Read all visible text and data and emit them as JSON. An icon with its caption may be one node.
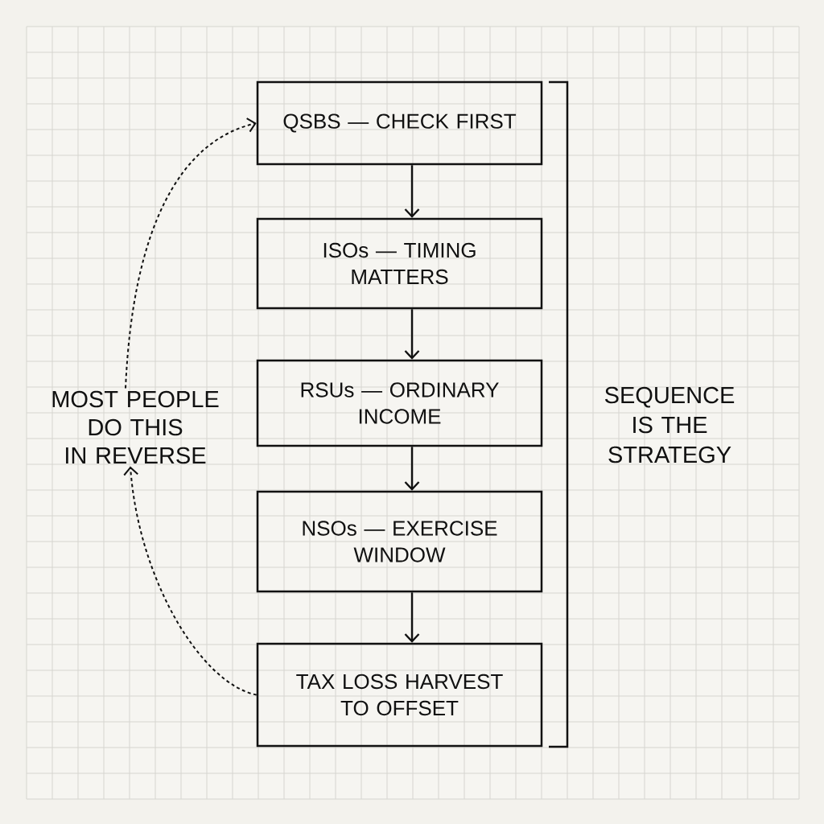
{
  "diagram": {
    "nodes": [
      {
        "text": [
          "QSBS — CHECK FIRST"
        ]
      },
      {
        "text": [
          "ISOs — TIMING MATTERS"
        ]
      },
      {
        "text": [
          "RSUs — ORDINARY INCOME"
        ]
      },
      {
        "text": [
          "NSOs — EXERCISE WINDOW"
        ]
      },
      {
        "text": [
          "TAX LOSS HARVEST TO OFFSET"
        ]
      },
      {
        "text": [
          "MOST PEOPLE DO THIS IN REVERSE"
        ]
      }
    ],
    "edges": [
      {
        "from": 0,
        "to": 1,
        "arrow": "to"
      },
      {
        "from": 1,
        "to": 2,
        "arrow": "to"
      },
      {
        "from": 2,
        "to": 3,
        "arrow": "to"
      },
      {
        "from": 3,
        "to": 4,
        "arrow": "to"
      },
      {
        "from": 4,
        "to": 5,
        "arrow": "to",
        "style": "dashed"
      },
      {
        "from": 5,
        "to": 0,
        "arrow": "to",
        "style": "dashed"
      }
    ],
    "labels": [
      "SEQUENCE IS THE STRATEGY"
    ]
  }
}
